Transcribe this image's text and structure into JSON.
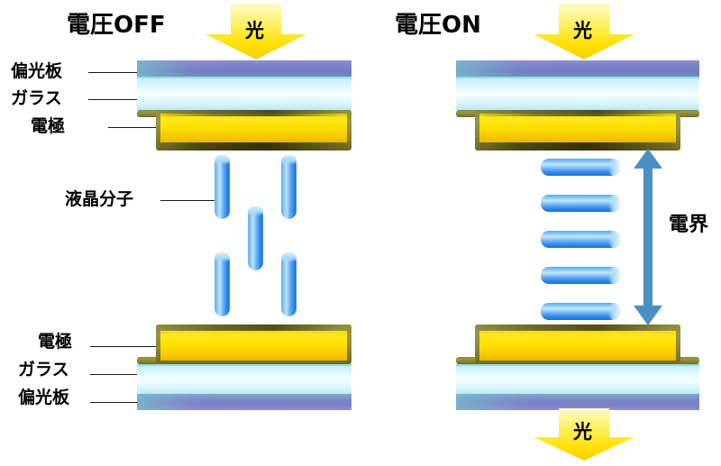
{
  "diagram": {
    "title_left": "電圧OFF",
    "title_right": "電圧ON",
    "light_label_top_left": "光",
    "light_label_top_right": "光",
    "light_label_bottom_right": "光",
    "field_label": "電界",
    "molecule_label": "液晶分子",
    "layers": {
      "polarizer": "偏光板",
      "glass": "ガラス",
      "electrode": "電極"
    },
    "labels_top_left_stack": [
      "偏光板",
      "ガラス",
      "電極"
    ],
    "labels_bottom_left_stack": [
      "電極",
      "ガラス",
      "偏光板"
    ],
    "colors": {
      "polarizer": "#7b80c6",
      "glass": "#d8f4fb",
      "electrode_fill": "#ffdf00",
      "electrode_frame": "#8b8736",
      "molecule": "#4aa3f0",
      "field_arrow": "#4a90c4",
      "light_arrow": "#ffe400",
      "text": "#000000"
    },
    "molecules_left_state": "ランダム配向",
    "molecules_right_state": "垂直配向",
    "molecule_count_left": 5,
    "molecule_count_right": 5
  }
}
